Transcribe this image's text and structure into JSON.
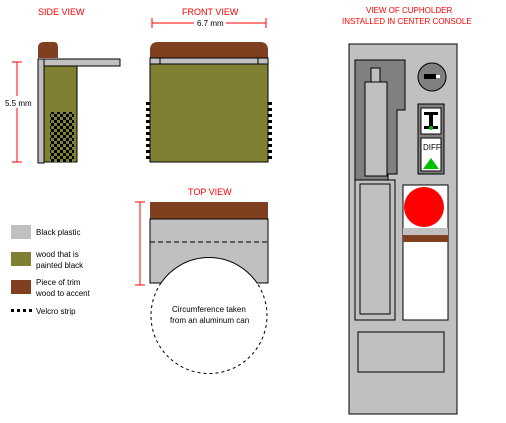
{
  "colors": {
    "red_label": "#ff0000",
    "black_plastic": "#c0c0c0",
    "wood": "#808033",
    "trim": "#804020",
    "console_grey": "#c0c0c0",
    "dark_grey": "#808080",
    "button_red": "#ff0000",
    "arrow_green": "#00c000"
  },
  "titles": {
    "side_view": "SIDE VIEW",
    "front_view": "FRONT VIEW",
    "top_view": "TOP VIEW",
    "cupholder_line1": "VIEW OF CUPHOLDER",
    "cupholder_line2": "INSTALLED IN CENTER CONSOLE"
  },
  "dimensions": {
    "width": "6.7 mm",
    "height": "5.5 mm"
  },
  "legend": [
    {
      "label": "Black plastic"
    },
    {
      "label_line1": "wood that is",
      "label_line2": "painted black"
    },
    {
      "label_line1": "Piece of trim",
      "label_line2": "wood to accent"
    },
    {
      "label": "Velcro strip"
    }
  ],
  "top_view_note": {
    "line1": "Circumference taken",
    "line2": "from an aluminum can"
  },
  "console": {
    "diff_label": "DIFF",
    "icons": [
      "ignition-key-icon",
      "t-case-indicator-icon",
      "up-arrow-icon"
    ]
  }
}
